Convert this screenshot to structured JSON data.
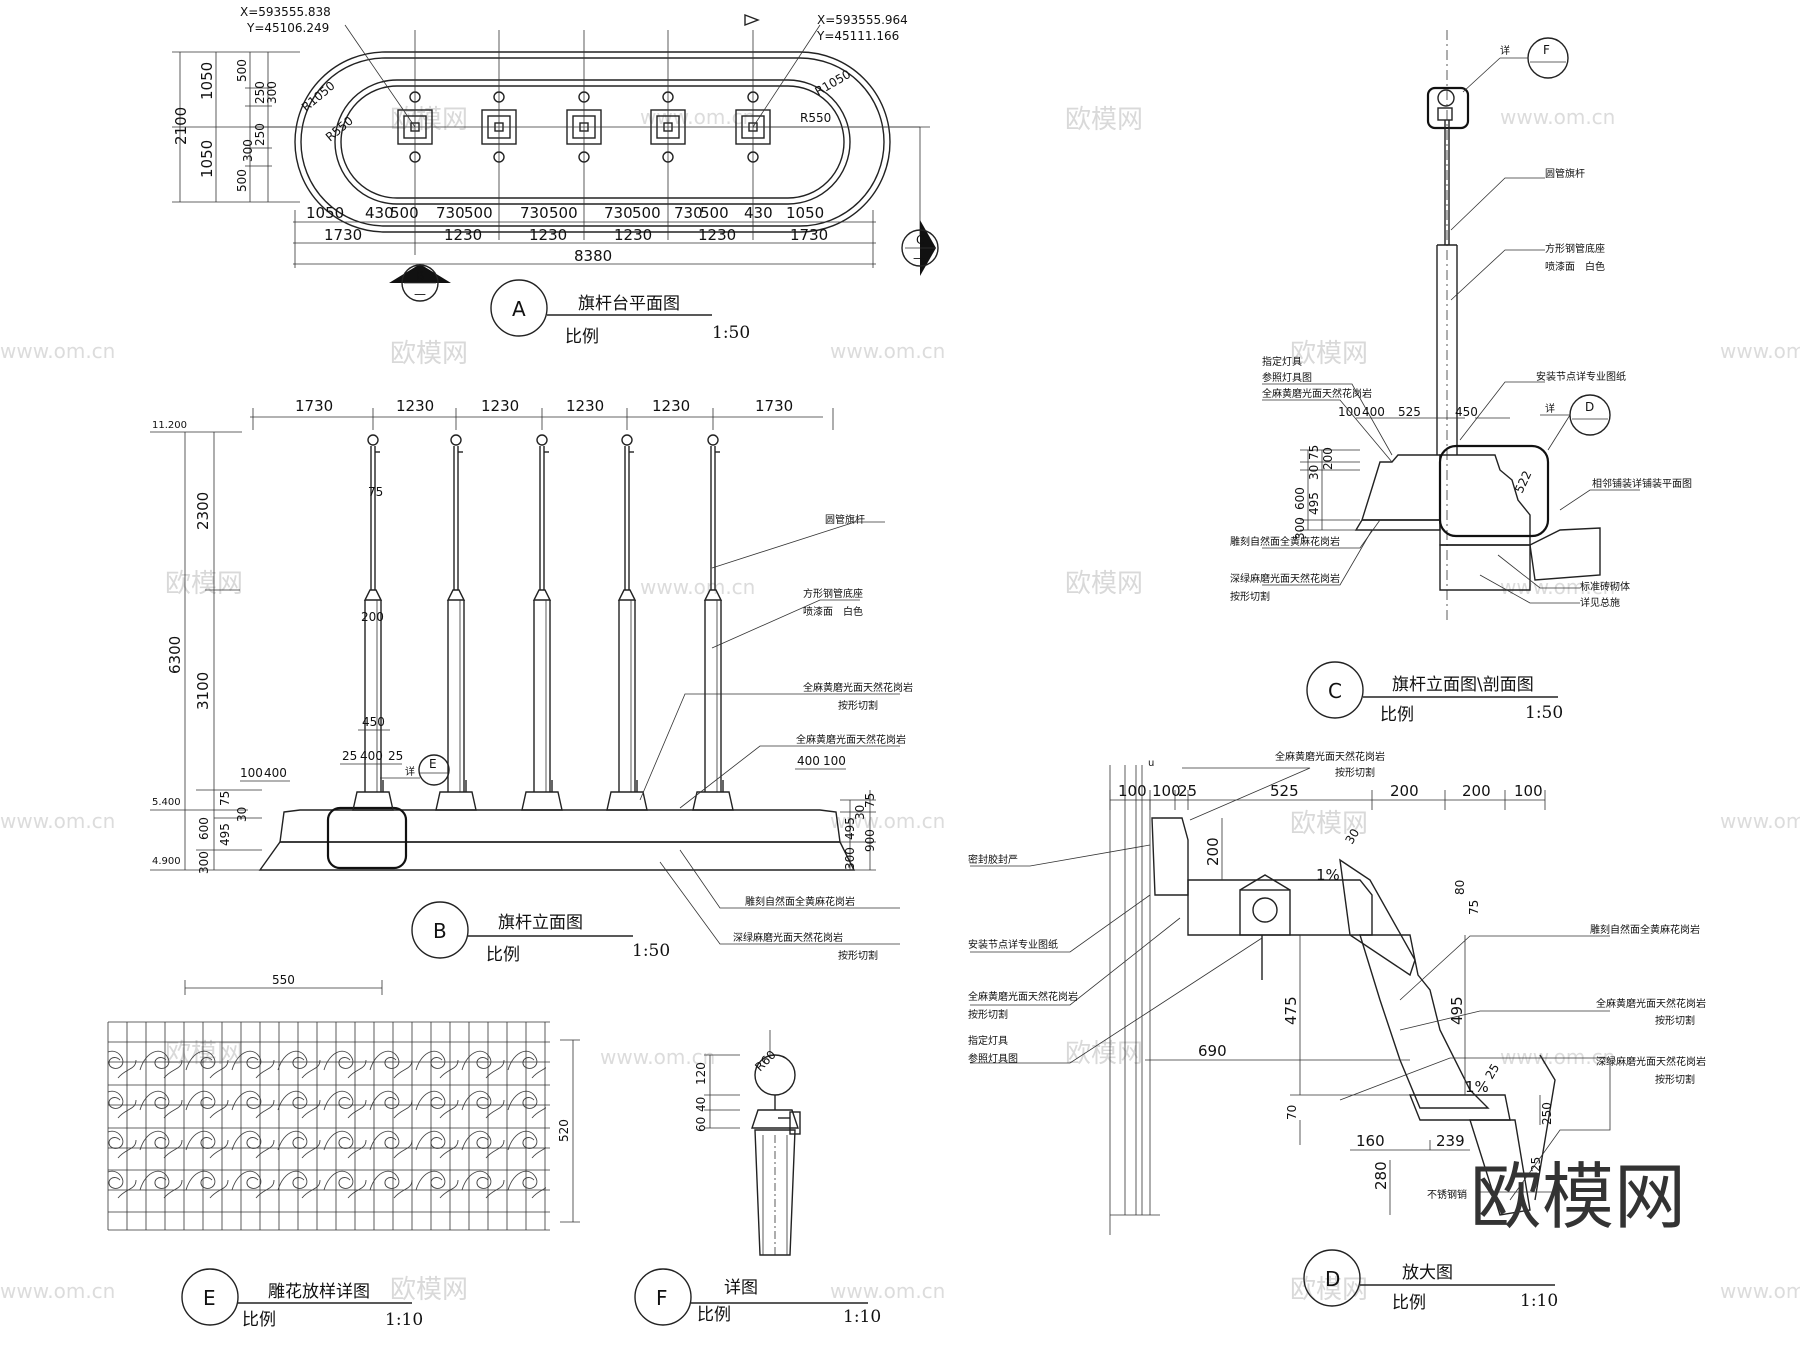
{
  "views": {
    "A": {
      "letter": "A",
      "title": "旗杆台平面图",
      "scale_label": "比例",
      "scale": "1:50"
    },
    "B": {
      "letter": "B",
      "title": "旗杆立面图",
      "scale_label": "比例",
      "scale": "1:50"
    },
    "C": {
      "letter": "C",
      "title": "旗杆立面图\\剖面图",
      "scale_label": "比例",
      "scale": "1:50"
    },
    "D": {
      "letter": "D",
      "title": "放大图",
      "scale_label": "比例",
      "scale": "1:10"
    },
    "E": {
      "letter": "E",
      "title": "雕花放样详图",
      "scale_label": "比例",
      "scale": "1:10"
    },
    "F": {
      "letter": "F",
      "title": "详图",
      "scale_label": "比例",
      "scale": "1:10"
    }
  },
  "plan": {
    "coord_left": [
      "X=593555.838",
      "Y=45106.249"
    ],
    "coord_right": [
      "X=593555.964",
      "Y=45111.166"
    ],
    "radius_outer_left": "R1050",
    "radius_inner_left": "R550",
    "radius_outer_right": "R1050",
    "radius_inner_right": "R550",
    "dims_left": [
      "1050",
      "1050",
      "2100",
      "500",
      "250",
      "300",
      "250",
      "300",
      "500"
    ],
    "dims_row1": [
      "1050",
      "430",
      "500",
      "730",
      "500",
      "730",
      "500",
      "730",
      "500",
      "730",
      "500",
      "430",
      "1050"
    ],
    "dims_row2": [
      "1730",
      "1230",
      "1230",
      "1230",
      "1230",
      "1730"
    ],
    "dims_total": "8380",
    "marker_B": "B",
    "marker_C": "C",
    "marker_dash": "—"
  },
  "elevation": {
    "dims_top": [
      "1730",
      "1230",
      "1230",
      "1230",
      "1230",
      "1730"
    ],
    "levels": [
      "11.200",
      "5.400",
      "4.900"
    ],
    "dims_left": [
      "2300",
      "6300",
      "3100",
      "75",
      "600",
      "495",
      "30",
      "300"
    ],
    "pole_dims": [
      "75",
      "200",
      "450",
      "25",
      "400",
      "25",
      "100",
      "400",
      "400",
      "100"
    ],
    "dims_right": [
      "75",
      "30",
      "495",
      "300",
      "900"
    ],
    "marker_E": "E",
    "detail_label": "详",
    "notes": [
      "圆管旗杆",
      "方形钢管底座",
      "喷漆面　白色",
      "全麻黄磨光面天然花岗岩",
      "按形切割",
      "全麻黄磨光面天然花岗岩",
      "雕刻自然面全黄麻花岗岩",
      "深绿麻磨光面天然花岗岩",
      "按形切割"
    ]
  },
  "section": {
    "marker_F": "F",
    "marker_D": "D",
    "detail_label": "详",
    "dims": [
      "100",
      "400",
      "525",
      "450",
      "75",
      "200",
      "30",
      "600",
      "495",
      "300",
      "522"
    ],
    "notes_left": [
      "指定灯具",
      "参照灯具图",
      "全麻黄磨光面天然花岗岩",
      "雕刻自然面全黄麻花岗岩",
      "深绿麻磨光面天然花岗岩",
      "按形切割"
    ],
    "notes_right": [
      "圆管旗杆",
      "方形钢管底座",
      "喷漆面　白色",
      "安装节点详专业图纸",
      "相邻铺装详铺装平面图",
      "标准砖砌体",
      "详见总施"
    ]
  },
  "enlarged": {
    "dims_top": [
      "100",
      "100",
      "25",
      "525",
      "200",
      "200",
      "100"
    ],
    "dims_other": [
      "200",
      "30",
      "1%",
      "80",
      "75",
      "475",
      "690",
      "495",
      "70",
      "1%",
      "25",
      "160",
      "239",
      "250",
      "280",
      "25",
      "u"
    ],
    "notes_left": [
      "密封胶封严",
      "安装节点详专业图纸",
      "全麻黄磨光面天然花岗岩",
      "按形切割",
      "指定灯具",
      "参照灯具图"
    ],
    "notes_right": [
      "全麻黄磨光面天然花岗岩",
      "按形切割",
      "雕刻自然面全黄麻花岗岩",
      "全麻黄磨光面天然花岗岩",
      "按形切割",
      "深绿麻磨光面天然花岗岩",
      "按形切割",
      "不锈钢销"
    ]
  },
  "carving": {
    "width": "550",
    "height": "520"
  },
  "finial": {
    "radius": "R60",
    "dims": [
      "120",
      "40",
      "60"
    ]
  },
  "watermarks": {
    "cn": "欧模网",
    "url": "www.om.cn",
    "brand": "欧模网"
  }
}
